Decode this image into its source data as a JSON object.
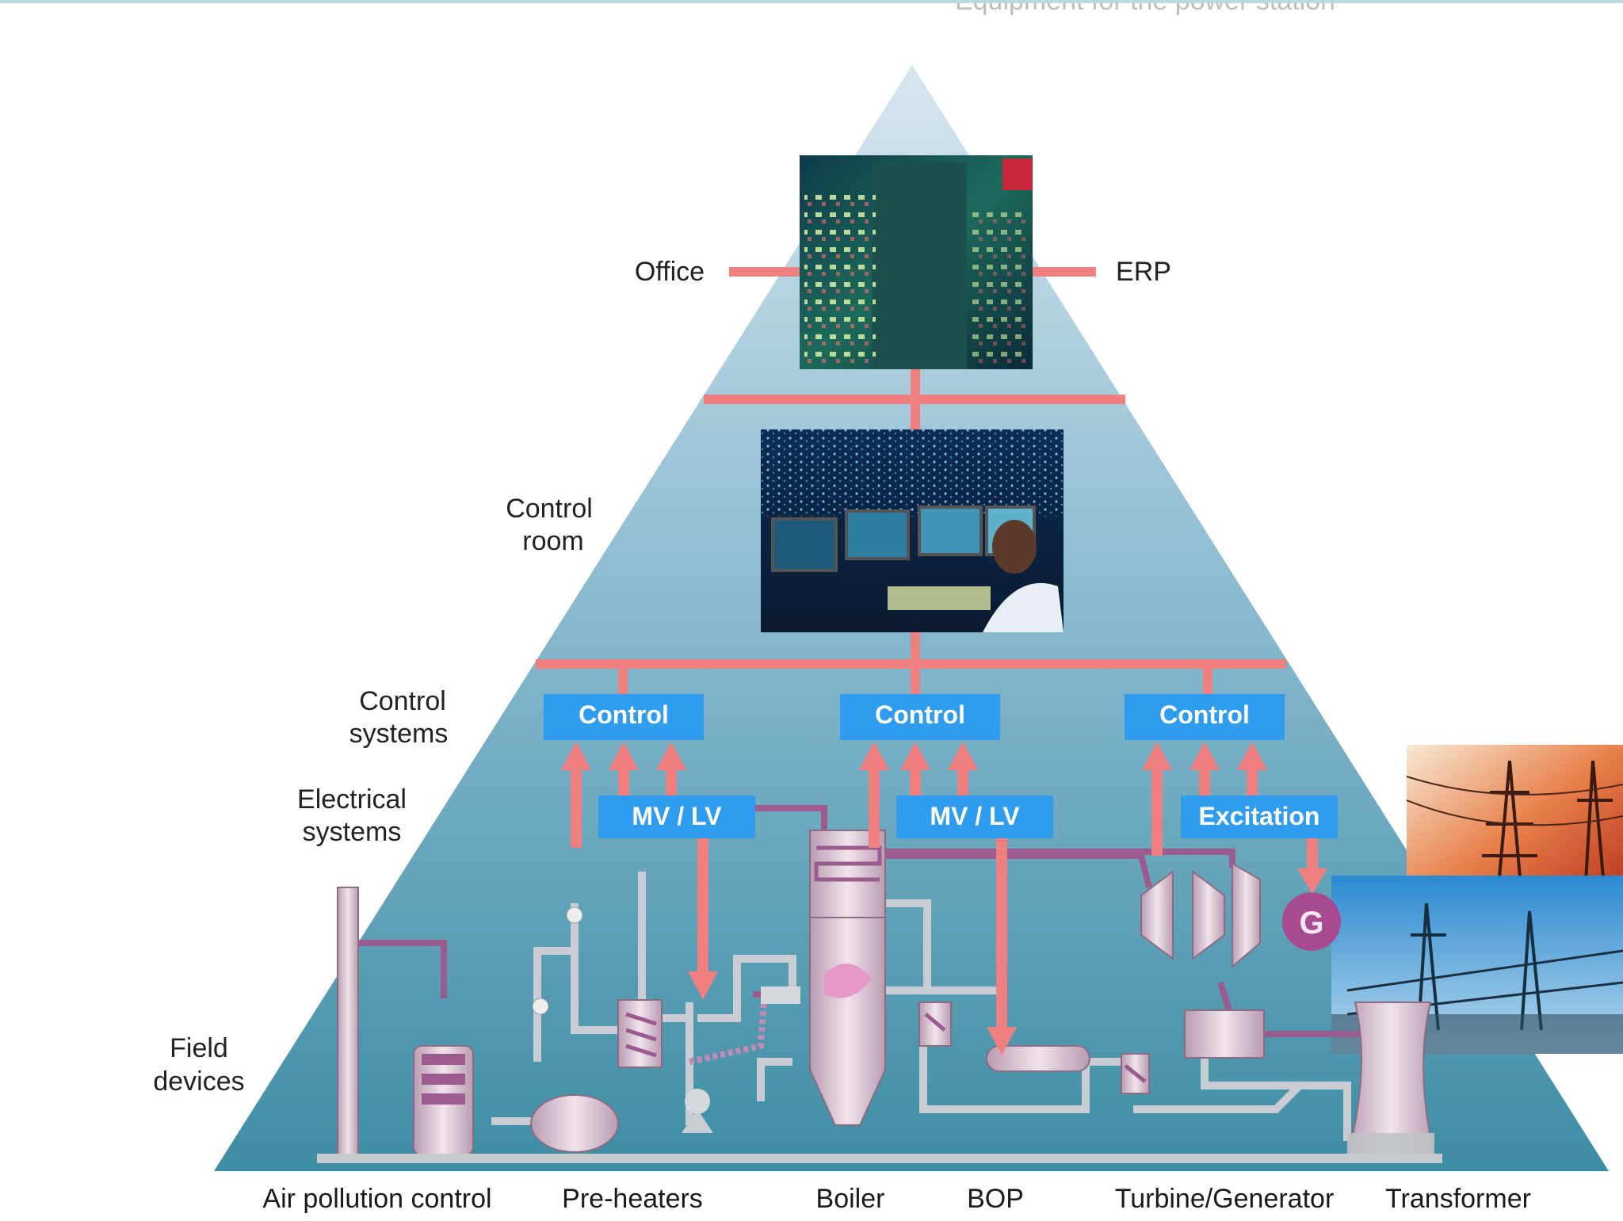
{
  "header": {
    "title_faded": "Equipment for the power station"
  },
  "levels": {
    "office": "Office",
    "erp": "ERP",
    "control_room": [
      "Control",
      "room"
    ],
    "control_systems": [
      "Control",
      "systems"
    ],
    "electrical_systems": [
      "Electrical",
      "systems"
    ],
    "field_devices": [
      "Field",
      "devices"
    ]
  },
  "boxes": {
    "control": [
      "Control",
      "Control",
      "Control"
    ],
    "mvlv": [
      "MV / LV",
      "MV / LV"
    ],
    "excitation": "Excitation"
  },
  "generator_symbol": "G",
  "bottom_labels": [
    "Air pollution control",
    "Pre-heaters",
    "Boiler",
    "BOP",
    "Turbine/Generator",
    "Transformer"
  ],
  "colors": {
    "network_line": "#f08080",
    "box_blue": "#2f9cf0",
    "pyramid_top": "#cfe1ee",
    "pyramid_bottom": "#3f8fa6",
    "equipment": "#d8c6d3",
    "pipe_purple": "#9b5b8e"
  },
  "icons": [
    "office-building-photo",
    "control-room-photo",
    "power-lines-photo",
    "generator-icon",
    "chimney-icon",
    "cooling-tower-icon"
  ]
}
